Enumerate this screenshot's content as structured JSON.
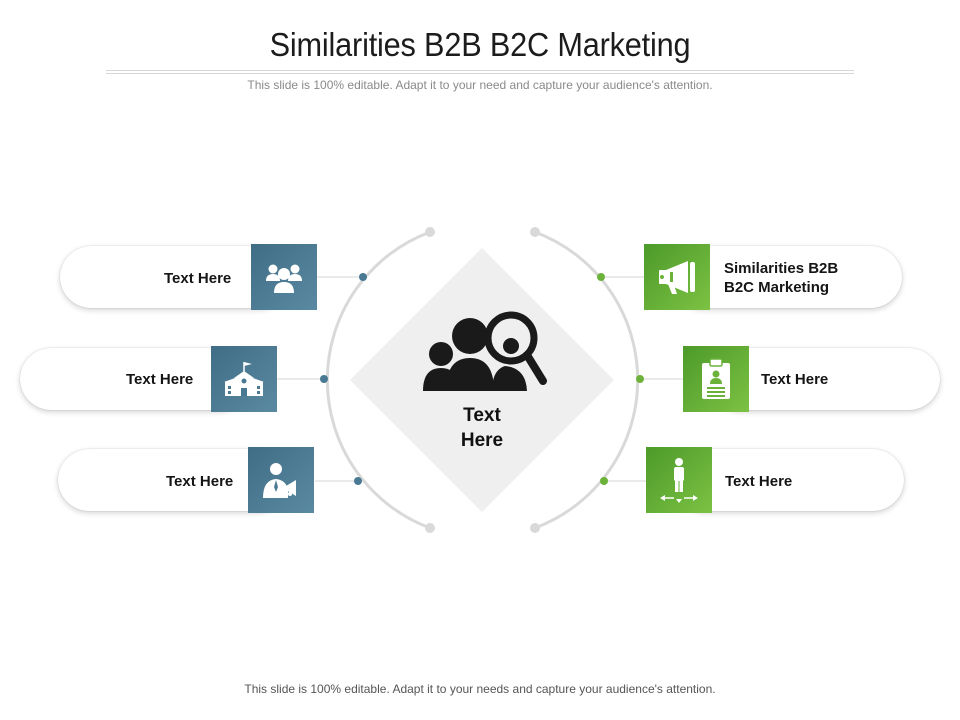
{
  "header": {
    "title": "Similarities B2B B2C Marketing",
    "subtitle": "This slide is 100% editable. Adapt it to your need and capture your audience's attention."
  },
  "footer": {
    "text": "This slide is 100% editable. Adapt it to your needs and capture your audience's attention."
  },
  "center": {
    "label": "Text\nHere",
    "icon": "users-search-icon"
  },
  "left_items": [
    {
      "label": "Text Here",
      "icon": "team-icon"
    },
    {
      "label": "Text Here",
      "icon": "school-building-icon"
    },
    {
      "label": "Text Here",
      "icon": "businessman-megaphone-icon"
    }
  ],
  "right_items": [
    {
      "label": "Similarities B2B\nB2C Marketing",
      "icon": "megaphone-icon"
    },
    {
      "label": "Text Here",
      "icon": "clipboard-profile-icon"
    },
    {
      "label": "Text Here",
      "icon": "person-directions-icon"
    }
  ],
  "colors": {
    "left_accent": "#4a7a93",
    "right_accent": "#6cb23a",
    "arc": "#d9d9d9",
    "diamond": "#efefef"
  }
}
